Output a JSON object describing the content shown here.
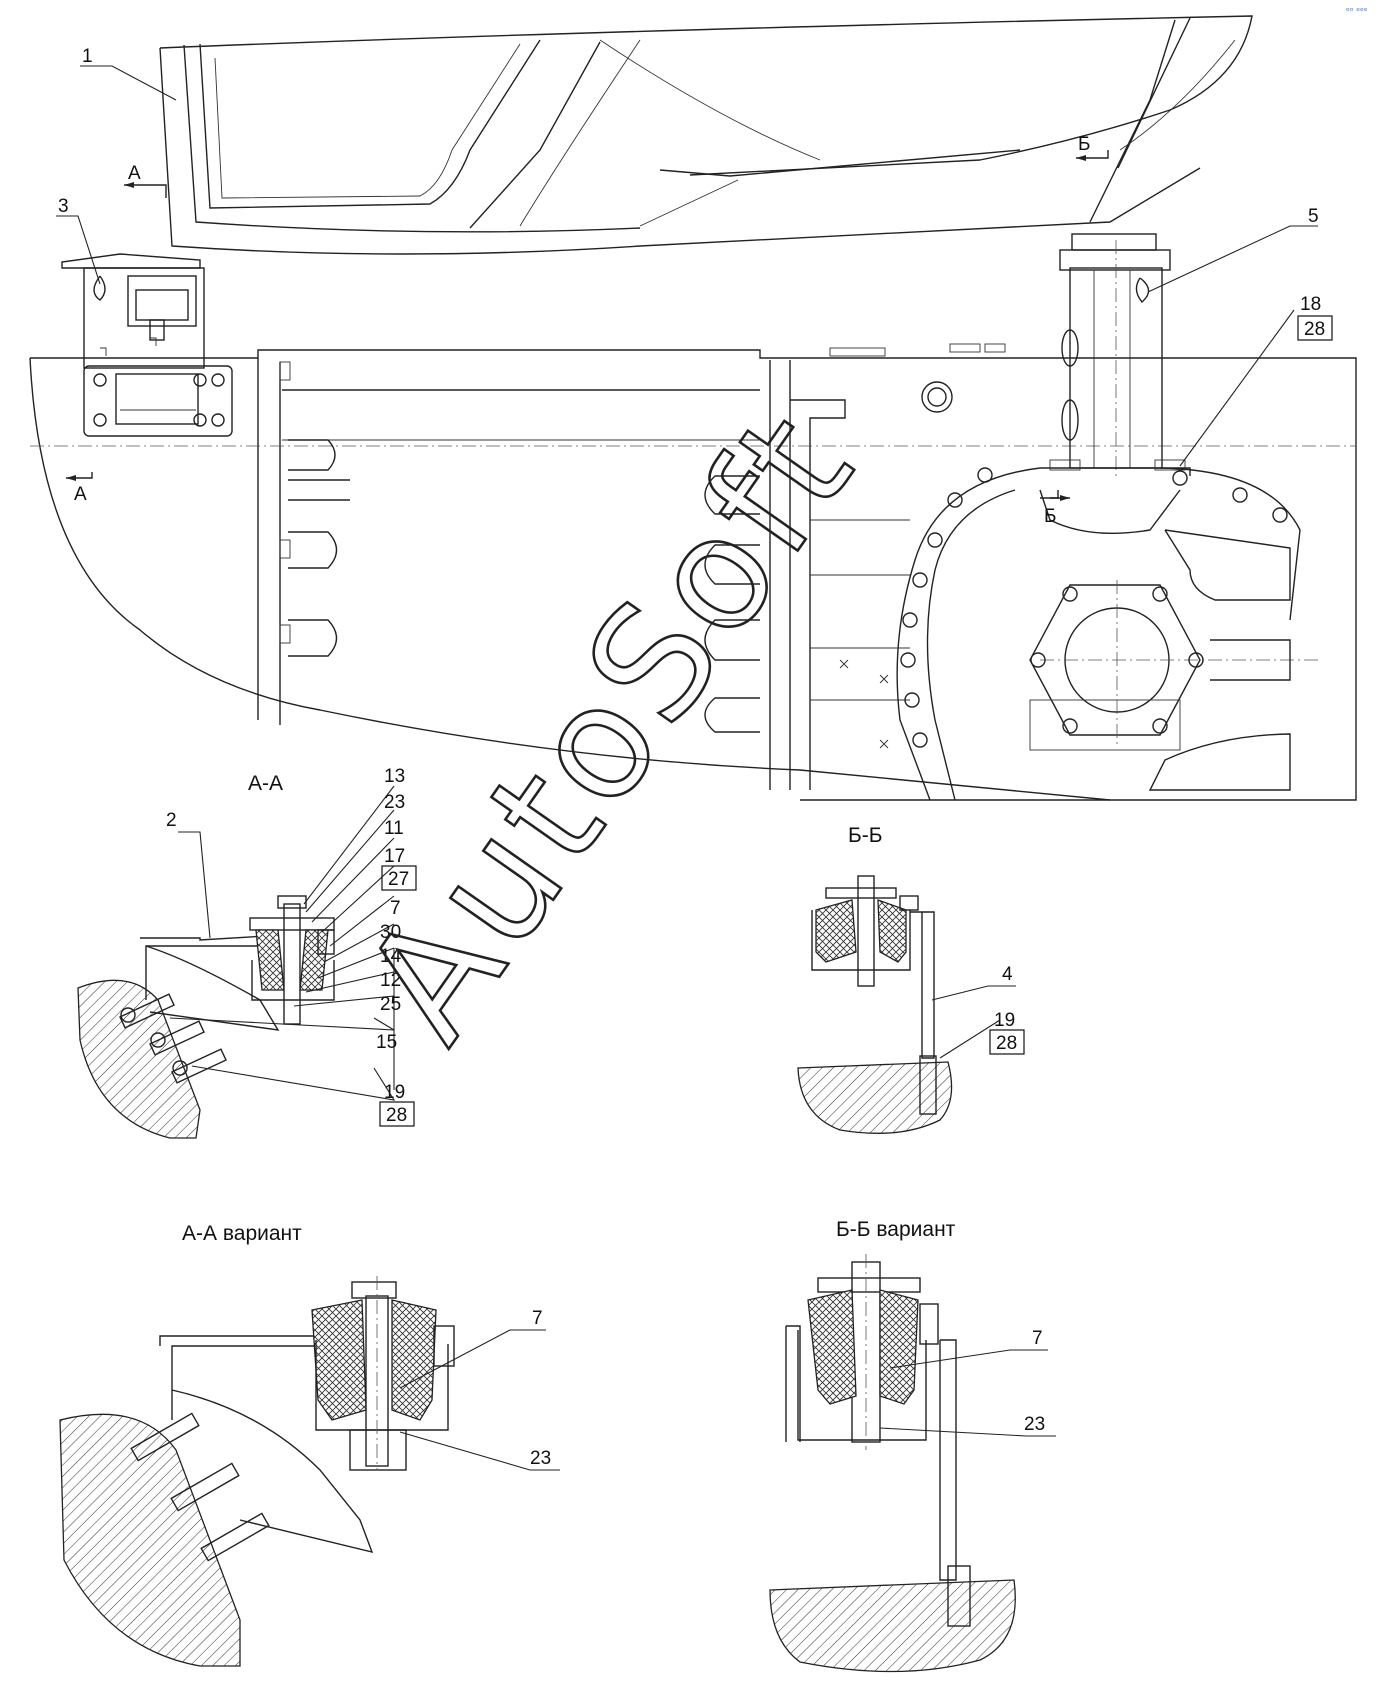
{
  "corner_mark": "ᵉᵒ ᵉᵉᵉ",
  "section_marks": {
    "a": "А",
    "b": "Б"
  },
  "views": {
    "aa": "А-А",
    "bb": "Б-Б",
    "aa_variant": "А-А вариант",
    "bb_variant": "Б-Б вариант"
  },
  "callouts": {
    "main": {
      "c1": "1",
      "c3": "3",
      "c5": "5",
      "c18": "18",
      "c28": "28"
    },
    "aa": {
      "c2": "2",
      "c13": "13",
      "c23": "23",
      "c11": "11",
      "c17": "17",
      "c27": "27",
      "c7": "7",
      "c30": "30",
      "c14": "14",
      "c12": "12",
      "c25": "25",
      "c15": "15",
      "c19": "19",
      "c28": "28"
    },
    "bb": {
      "c4": "4",
      "c19": "19",
      "c28": "28"
    },
    "aa_variant": {
      "c7": "7",
      "c23": "23"
    },
    "bb_variant": {
      "c7": "7",
      "c23": "23"
    }
  },
  "watermark": "AutoSoft"
}
